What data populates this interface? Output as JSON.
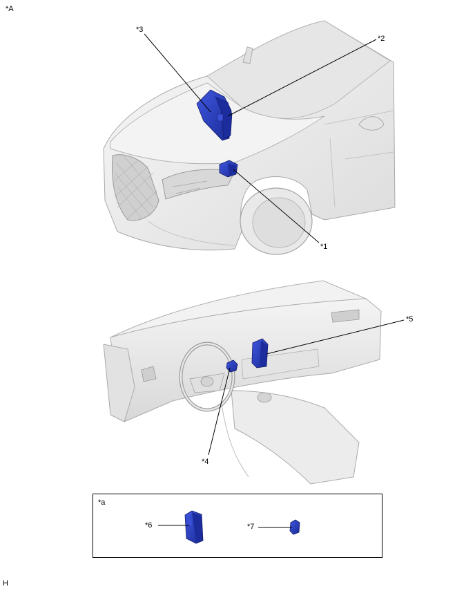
{
  "figure_label": "*A",
  "corner_code": "H",
  "legend_key": "*a",
  "callouts": {
    "c1": "*1",
    "c2": "*2",
    "c3": "*3",
    "c4": "*4",
    "c5": "*5",
    "c6": "*6",
    "c7": "*7"
  },
  "colors": {
    "component": "#2a3fbf",
    "component_dark": "#18268a",
    "vehicle": "#efefef",
    "vehicle_shade": "#d6d6d6",
    "outline": "#9a9a9a"
  }
}
